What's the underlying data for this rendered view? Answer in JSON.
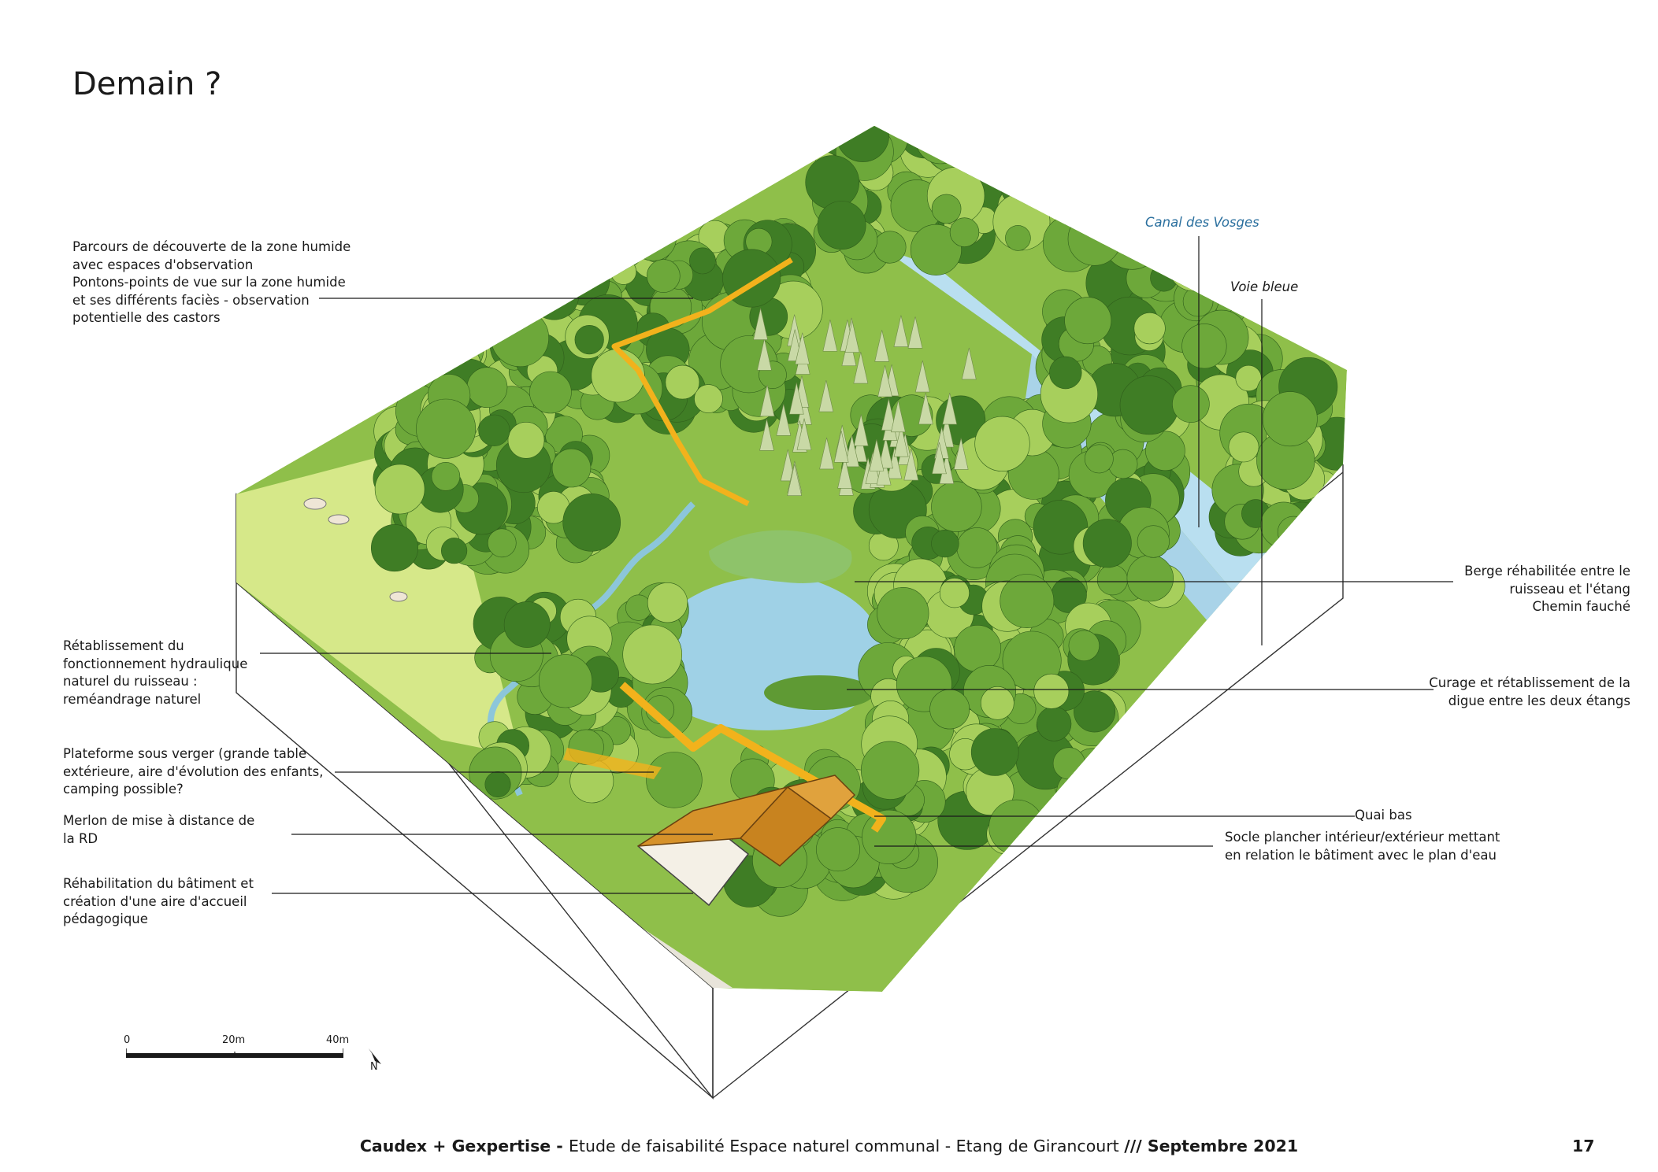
{
  "page": {
    "title": "Demain ?",
    "page_number": "17"
  },
  "footer": {
    "authors": "Caudex + Gexpertise",
    "sep1": " - ",
    "study": "Etude de faisabilité Espace naturel communal - Etang de Girancourt ",
    "sep2": "/// ",
    "date": "Septembre 2021"
  },
  "scale": {
    "t0": "0",
    "t20": "20m",
    "t40": "40m",
    "north": "N"
  },
  "annotations": {
    "parcours": "Parcours de découverte de la zone humide\navec espaces d'observation\nPontons-points de vue sur la zone humide\net ses différents faciès - observation\npotentielle des castors",
    "canal": "Canal des Vosges",
    "voie": "Voie bleue",
    "berge": "Berge réhabilitée entre le\nruisseau et l'étang\nChemin fauché",
    "retablissement": "Rétablissement du\nfonctionnement hydraulique\nnaturel du ruisseau :\nreméandrage naturel",
    "curage": "Curage et rétablissement de la\ndigue entre les deux étangs",
    "plateforme": "Plateforme sous verger (grande table\nextérieure, aire d'évolution des enfants,\ncamping possible?",
    "merlon": "Merlon de mise à distance de\nla RD",
    "quai": "Quai bas",
    "socle": "Socle plancher intérieur/extérieur mettant\nen relation le bâtiment avec le plan d'eau",
    "rehab": "Réhabilitation du bâtiment et\ncréation d'une aire d'accueil\npédagogique"
  },
  "colors": {
    "tree_dark": "#3f7d25",
    "tree_mid": "#6da83a",
    "tree_light": "#a7cf5c",
    "meadow": "#d6e889",
    "water": "#9fd1e6",
    "canal": "#b9dff0",
    "path": "#f2b21c",
    "roof": "#d6922a",
    "canal_label": "#2a6f9e"
  }
}
